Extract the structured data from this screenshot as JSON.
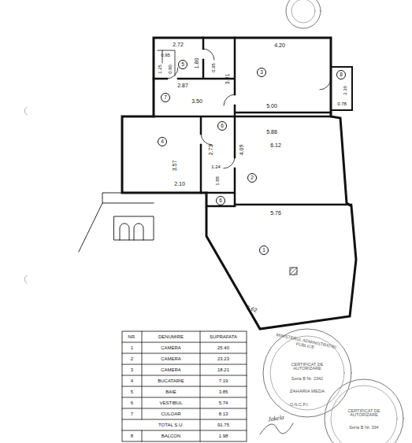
{
  "diagram": {
    "nodes": [
      {
        "text": [
          "5"
        ]
      },
      {
        "text": [
          "3"
        ]
      },
      {
        "text": [
          "8"
        ]
      },
      {
        "text": [
          "7"
        ]
      },
      {
        "text": [
          "6"
        ]
      },
      {
        "text": [
          "4"
        ]
      },
      {
        "text": [
          "2"
        ]
      },
      {
        "text": [
          "6"
        ]
      },
      {
        "text": [
          "1"
        ]
      }
    ],
    "labels": [
      "2.72",
      "0.95",
      "1.80",
      "0.80",
      "1.25",
      "0.95",
      "2.87",
      "3.91",
      "4.20",
      "3.50",
      "5.00",
      "2.36",
      "0.78",
      "5.88",
      "6.12",
      "2.73",
      "4.09",
      "3.57",
      "1.24",
      "2.10",
      "1.88",
      "5.76",
      "5.62",
      "NR.",
      "DENUMIRE",
      "SUPRAFATA",
      "1",
      "CAMERA",
      "25.40",
      "2",
      "CAMERA",
      "23.23",
      "3",
      "CAMERA",
      "18.21",
      "4",
      "BUCATARIE",
      "7.19",
      "5",
      "BAIE",
      "3.85",
      "6",
      "VESTIBUL",
      "5.74",
      "7",
      "CULOAR",
      "8.13",
      "TOTAL S.U.",
      "91.75",
      "8",
      "BALCON",
      "1.98",
      "MINISTERUL ADMINISTRATIEI PUBLICE",
      "CERTIFICAT DE AUTORIZARE",
      "Seria B Nr. 2342",
      "ZAHARIA MEDA",
      "O.N.C.P.I.",
      "CERTIFICAT DE AUTORIZARE",
      "Seria B Nr. 334",
      "Jakela"
    ]
  }
}
